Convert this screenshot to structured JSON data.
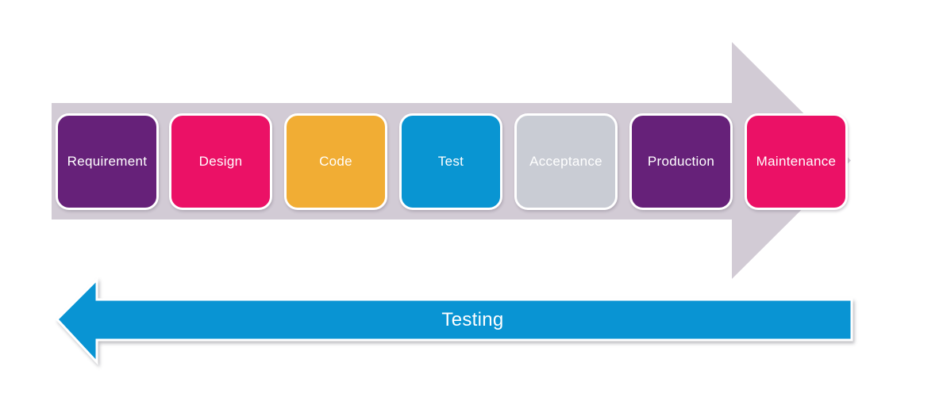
{
  "diagram": {
    "type": "software-development-lifecycle-flow"
  },
  "process_arrow": {
    "direction": "right",
    "color": "#D2CBD5",
    "stages": [
      {
        "label": "Requirement",
        "color": "#662179",
        "text_color": "#FFFFFF"
      },
      {
        "label": "Design",
        "color": "#EB1166",
        "text_color": "#FFFFFF"
      },
      {
        "label": "Code",
        "color": "#F1AD34",
        "text_color": "#FFFFFF"
      },
      {
        "label": "Test",
        "color": "#0995D2",
        "text_color": "#FFFFFF"
      },
      {
        "label": "Acceptance",
        "color": "#C9CCD4",
        "text_color": "#FFFFFF"
      },
      {
        "label": "Production",
        "color": "#662179",
        "text_color": "#FFFFFF"
      },
      {
        "label": "Maintenance",
        "color": "#EB1166",
        "text_color": "#FFFFFF"
      }
    ]
  },
  "testing_arrow": {
    "direction": "left",
    "label": "Testing",
    "color": "#0994D3",
    "text_color": "#FFFFFF"
  }
}
